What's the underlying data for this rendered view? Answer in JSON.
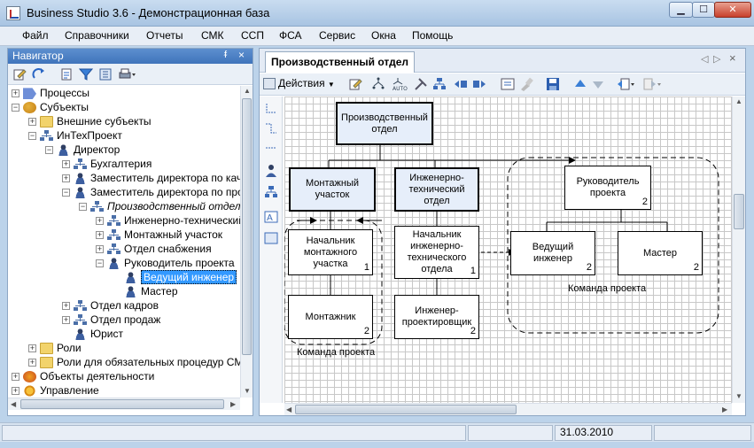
{
  "window": {
    "title": "Business Studio 3.6 - Демонстрационная база"
  },
  "menu": [
    "Файл",
    "Справочники",
    "Отчеты",
    "СМК",
    "ССП",
    "ФСА",
    "Сервис",
    "Окна",
    "Помощь"
  ],
  "navigator": {
    "title": "Навигатор",
    "pin": "ᵮ",
    "close": "×",
    "tree": [
      {
        "label": "Процессы",
        "icon": "proc",
        "exp": "+",
        "level": 0
      },
      {
        "label": "Субъекты",
        "icon": "subj",
        "exp": "−",
        "level": 0
      },
      {
        "label": "Внешние субъекты",
        "icon": "folder",
        "exp": "+",
        "level": 1
      },
      {
        "label": "ИнТехПроект",
        "icon": "org",
        "exp": "−",
        "level": 1
      },
      {
        "label": "Директор",
        "icon": "person",
        "exp": "−",
        "level": 2
      },
      {
        "label": "Бухгалтерия",
        "icon": "org",
        "exp": "+",
        "level": 3
      },
      {
        "label": "Заместитель директора по каче",
        "icon": "person",
        "exp": "+",
        "level": 3
      },
      {
        "label": "Заместитель директора по прои",
        "icon": "person",
        "exp": "−",
        "level": 3
      },
      {
        "label": "Производственный отдел",
        "icon": "org",
        "exp": "−",
        "level": 4,
        "italic": true
      },
      {
        "label": "Инженерно-технический",
        "icon": "org",
        "exp": "+",
        "level": 5
      },
      {
        "label": "Монтажный участок",
        "icon": "org",
        "exp": "+",
        "level": 5
      },
      {
        "label": "Отдел снабжения",
        "icon": "org",
        "exp": "+",
        "level": 5
      },
      {
        "label": "Руководитель проекта",
        "icon": "person",
        "exp": "−",
        "level": 5
      },
      {
        "label": "Ведущий инженер",
        "icon": "person",
        "exp": "",
        "level": 6,
        "selected": true
      },
      {
        "label": "Мастер",
        "icon": "person",
        "exp": "",
        "level": 6
      },
      {
        "label": "Отдел кадров",
        "icon": "org",
        "exp": "+",
        "level": 3
      },
      {
        "label": "Отдел продаж",
        "icon": "org",
        "exp": "+",
        "level": 3
      },
      {
        "label": "Юрист",
        "icon": "person",
        "exp": "",
        "level": 3
      },
      {
        "label": "Роли",
        "icon": "folder",
        "exp": "+",
        "level": 1
      },
      {
        "label": "Роли для обязательных процедур СМК",
        "icon": "folder",
        "exp": "+",
        "level": 1
      },
      {
        "label": "Объекты деятельности",
        "icon": "obj",
        "exp": "+",
        "level": 0
      },
      {
        "label": "Управление",
        "icon": "gear",
        "exp": "+",
        "level": 0
      }
    ]
  },
  "document": {
    "tab_title": "Производственный отдел",
    "nav_left": "◁",
    "nav_right": "▷",
    "close": "×",
    "actions_label": "Действия",
    "boxes": {
      "root": {
        "label": "Производственный отдел"
      },
      "montage": {
        "label": "Монтажный участок"
      },
      "engtech": {
        "label": "Инженерно-технический отдел"
      },
      "pm": {
        "label": "Руководитель проекта",
        "num": "2"
      },
      "head_montage": {
        "label": "Начальник монтажного участка",
        "num": "1"
      },
      "head_eng": {
        "label": "Начальник инженерно-технического отдела",
        "num": "1"
      },
      "lead_eng": {
        "label": "Ведущий инженер",
        "num": "2"
      },
      "master": {
        "label": "Мастер",
        "num": "2"
      },
      "installer": {
        "label": "Монтажник",
        "num": "2"
      },
      "designer": {
        "label": "Инженер-проектировщик",
        "num": "2"
      }
    },
    "team_label_1": "Команда проекта",
    "team_label_2": "Команда проекта"
  },
  "status": {
    "date": "31.03.2010"
  }
}
